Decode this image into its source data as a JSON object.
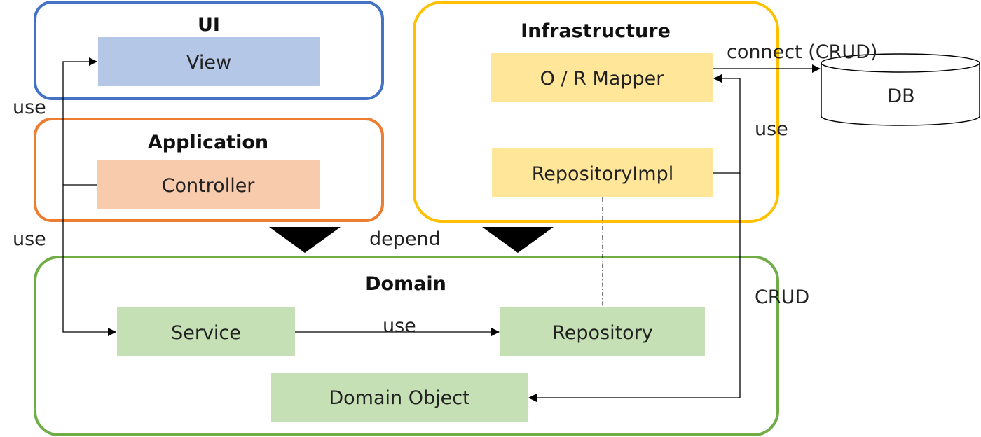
{
  "colors": {
    "ui": "#4472c4",
    "application": "#ed7d31",
    "infrastructure": "#ffc000",
    "domain": "#70ad47",
    "view_fill": "#b4c7e7",
    "controller_fill": "#f8cbad",
    "infra_fill": "#ffe699",
    "domain_fill": "#c5e0b4"
  },
  "layers": {
    "ui": "UI",
    "application": "Application",
    "infrastructure": "Infrastructure",
    "domain": "Domain"
  },
  "nodes": {
    "view": "View",
    "controller": "Controller",
    "or_mapper": "O / R Mapper",
    "repository_impl": "RepositoryImpl",
    "service": "Service",
    "repository": "Repository",
    "domain_object": "Domain Object",
    "db": "DB"
  },
  "edges": {
    "controller_view_use": "use",
    "controller_service_use": "use",
    "infra_use": "use",
    "connect": "connect (CRUD)",
    "crud": "CRUD",
    "depend": "depend",
    "service_repository_use": "use"
  }
}
